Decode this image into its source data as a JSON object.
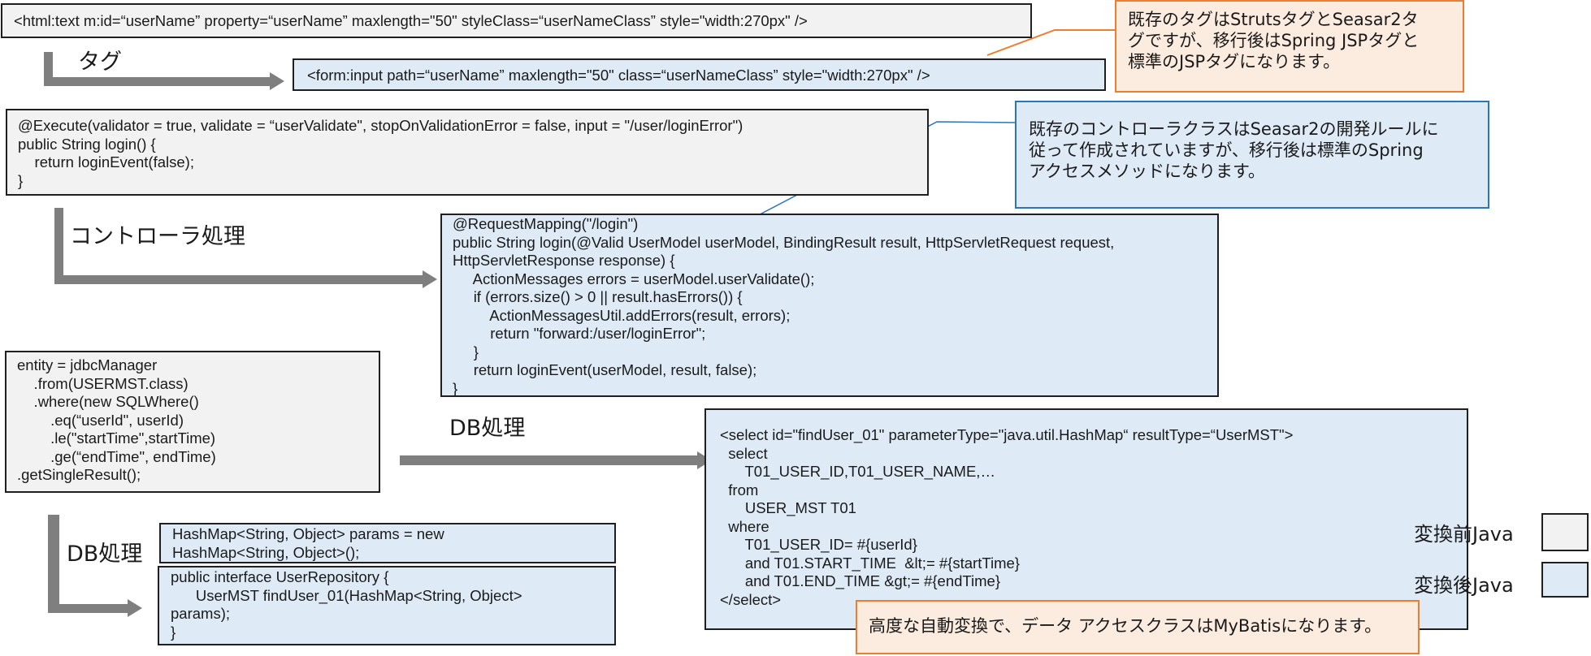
{
  "code_boxes": {
    "html_tag_before": "<html:text m:id=“userName” property=“userName” maxlength=\"50\" styleClass=“userNameClass” style=\"width:270px\" />",
    "html_tag_after": "<form:input path=“userName” maxlength=\"50\" class=“userNameClass” style=\"width:270px\" />",
    "controller_before": "@Execute(validator = true, validate = “userValidate\", stopOnValidationError = false, input = \"/user/loginError\")\npublic String login() {\n    return loginEvent(false);\n}",
    "controller_after": "@RequestMapping(\"/login\")\npublic String login(@Valid UserModel userModel, BindingResult result, HttpServletRequest request,\nHttpServletResponse response) {\n     ActionMessages errors = userModel.userValidate();\n     if (errors.size() > 0 || result.hasErrors()) {\n         ActionMessagesUtil.addErrors(result, errors);\n         return \"forward:/user/loginError\";\n     }\n     return loginEvent(userModel, result, false);\n}",
    "db_before": "entity = jdbcManager\n    .from(USERMST.class)\n    .where(new SQLWhere()\n        .eq(“userId\", userId)\n        .le(\"startTime\",startTime)\n        .ge(“endTime\", endTime)\n.getSingleResult();",
    "db_params": "HashMap<String, Object> params = new\nHashMap<String, Object>();",
    "db_repository": "public interface UserRepository {\n      UserMST findUser_01(HashMap<String, Object>\nparams);\n}",
    "db_mapper_xml": "<select id=\"findUser_01\" parameterType=\"java.util.HashMap“ resultType=“UserMST\">\n  select\n      T01_USER_ID,T01_USER_NAME,…\n  from\n      USER_MST T01\n  where\n      T01_USER_ID= #{userId}\n      and T01.START_TIME  &lt;= #{startTime}\n      and T01.END_TIME &gt;= #{endTime}\n</select>"
  },
  "labels": {
    "tag": "タグ",
    "controller": "コントローラ処理",
    "db_horizontal": "DB処理",
    "db_vertical": "DB処理"
  },
  "notes": {
    "tag_note": "既存のタグはStrutsタグとSeasar2タ\nグですが、移行後はSpring JSPタグと\n標準のJSPタグになります。",
    "controller_note": "既存のコントローラクラスはSeasar2の開発ルールに\n従って作成されていますが、移行後は標準のSpring\nアクセスメソッドになります。",
    "db_note": "高度な自動変換で、データ アクセスクラスはMyBatisになります。"
  },
  "legend": {
    "before": "変換前Java",
    "after": "変換後Java"
  },
  "colors": {
    "before_fill": "#f2f2f2",
    "after_fill": "#deebf7",
    "orange_accent": "#ed7d31",
    "blue_accent": "#2e75b6",
    "arrow_gray": "#7f7f7f"
  }
}
